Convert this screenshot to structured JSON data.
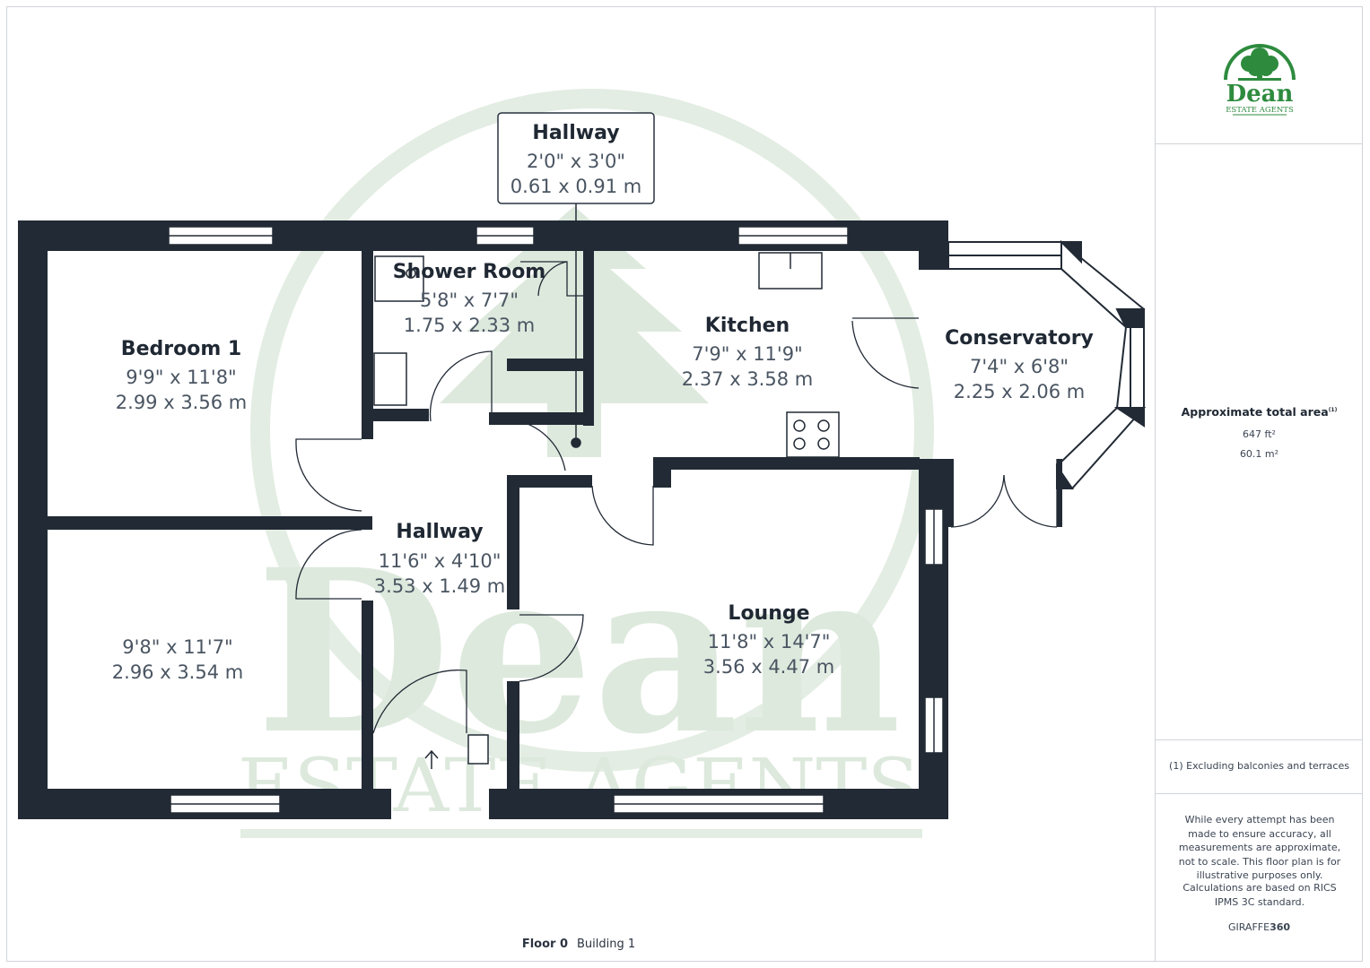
{
  "brand": {
    "name": "Dean",
    "tagline": "ESTATE AGENTS",
    "color": "#2e8b3e",
    "watermark_name": "Dean",
    "watermark_tagline": "ESTATE AGENTS"
  },
  "rooms": {
    "hallway_top": {
      "name": "Hallway",
      "imperial": "2'0\" x 3'0\"",
      "metric": "0.61 x 0.91 m"
    },
    "shower_room": {
      "name": "Shower Room",
      "imperial": "5'8\" x 7'7\"",
      "metric": "1.75 x 2.33 m"
    },
    "bedroom_1": {
      "name": "Bedroom 1",
      "imperial": "9'9\" x 11'8\"",
      "metric": "2.99 x 3.56 m"
    },
    "kitchen": {
      "name": "Kitchen",
      "imperial": "7'9\" x 11'9\"",
      "metric": "2.37 x 3.58 m"
    },
    "conservatory": {
      "name": "Conservatory",
      "imperial": "7'4\" x 6'8\"",
      "metric": "2.25 x 2.06 m"
    },
    "hallway_main": {
      "name": "Hallway",
      "imperial": "11'6\" x 4'10\"",
      "metric": "3.53 x 1.49 m"
    },
    "bedroom_2": {
      "imperial": "9'8\" x 11'7\"",
      "metric": "2.96 x 3.54 m"
    },
    "lounge": {
      "name": "Lounge",
      "imperial": "11'8\" x 14'7\"",
      "metric": "3.56 x 4.47 m"
    }
  },
  "sidebar": {
    "area_title": "Approximate total area",
    "area_footnote_mark": "(1)",
    "area_ft": "647 ft²",
    "area_m": "60.1 m²",
    "footnote": "(1) Excluding balconies and terraces",
    "disclaimer": "While every attempt has been made to ensure accuracy, all measurements are approximate, not to scale. This floor plan is for illustrative purposes only.",
    "calc_note": "Calculations are based on RICS IPMS 3C standard.",
    "credit_prefix": "GIRAFFE",
    "credit_suffix": "360"
  },
  "floor": {
    "label": "Floor 0",
    "building": "Building 1"
  },
  "colors": {
    "wall": "#222a35",
    "text": "#1f2833",
    "dim": "#4a5562",
    "watermark": "#dde9dd"
  }
}
